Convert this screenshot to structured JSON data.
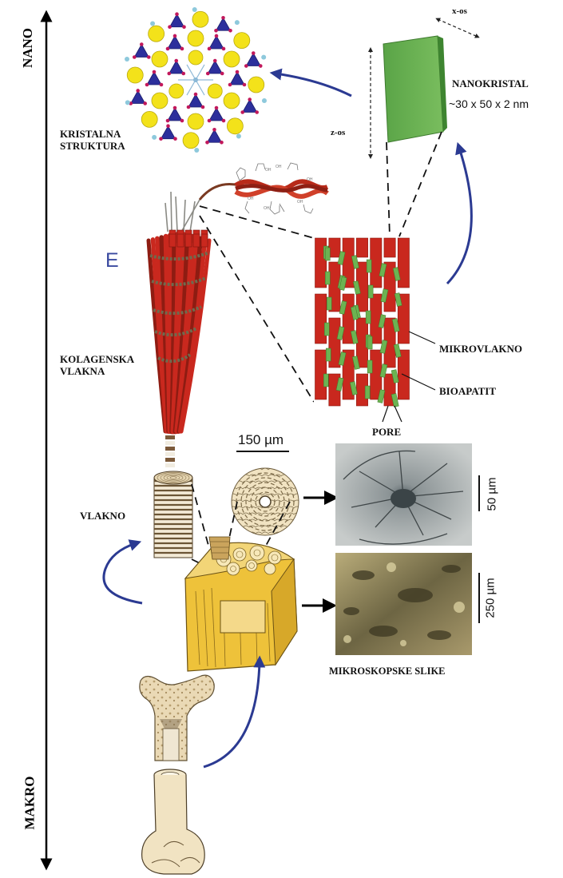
{
  "axis": {
    "top_label": "NANO",
    "bottom_label": "MAKRO"
  },
  "labels": {
    "crystal_structure_1": "KRISTALNA",
    "crystal_structure_2": "STRUKTURA",
    "nanocrystal": "NANOKRISTAL",
    "nanocrystal_dims": "~30 x 50 x 2 nm",
    "x_axis": "x-os",
    "z_axis": "z-os",
    "letter_e": "E",
    "collagen_1": "KOLAGENSKA",
    "collagen_2": "VLAKNA",
    "microfibril": "MIKROVLAKNO",
    "bioapatite": "BIOAPATIT",
    "pore": "PORE",
    "fiber": "VLAKNO",
    "micro_images": "MIKROSKOPSKE SLIKE"
  },
  "scales": {
    "osteon": "150 µm",
    "micrograph_top": "50 µm",
    "micrograph_bottom": "250 µm"
  },
  "colors": {
    "arrow_blue": "#2b3a92",
    "collagen_red": "#c9281e",
    "mineral_green": "#6cb352",
    "crystal_yellow": "#f3e21a",
    "crystal_blue": "#2c2f9c",
    "bone_beige": "#e8d6b0",
    "bone_yellow": "#efc93c"
  }
}
